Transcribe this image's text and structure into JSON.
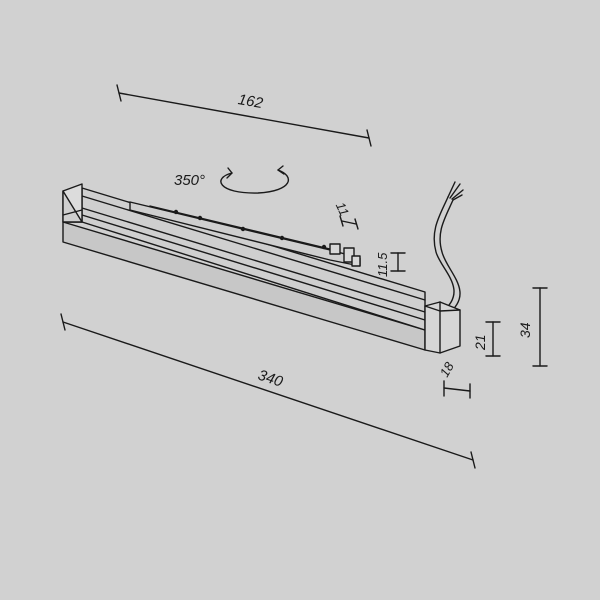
{
  "diagram": {
    "rotation_label": "350°",
    "dimensions": {
      "width_top": "162",
      "length": "340",
      "connector_width": "11",
      "connector_height": "11.5",
      "profile_width": "18",
      "body_height": "21",
      "total_height": "34"
    },
    "colors": {
      "background": "#d1d1d1",
      "line": "#1a1a1a",
      "body_fill": "#cccccc",
      "body_dark": "#bdbdbd"
    }
  }
}
